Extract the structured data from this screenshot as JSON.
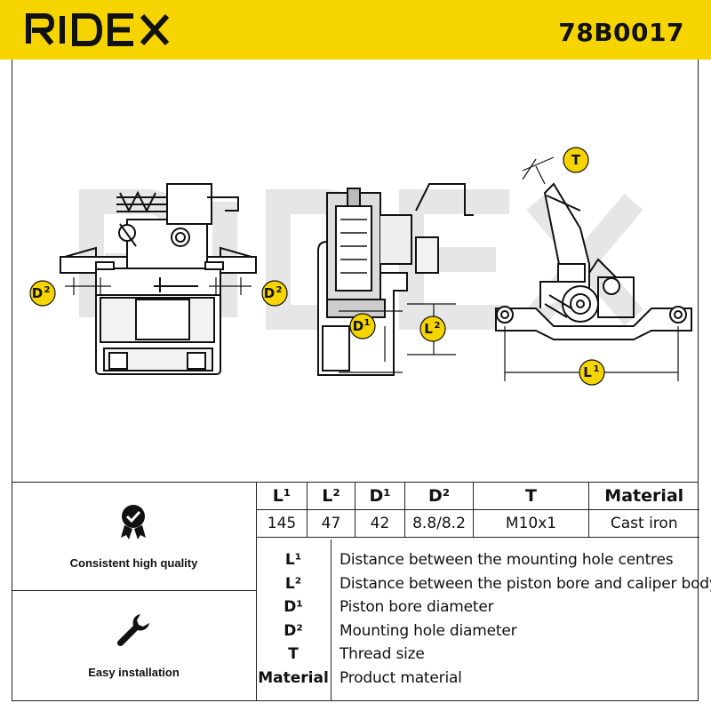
{
  "brand": {
    "name": "RIDEX",
    "part_number": "78B0017"
  },
  "drawing": {
    "watermark": "RIDEX",
    "callouts": {
      "d2_left": {
        "letter": "D",
        "sup": "2"
      },
      "d2_right": {
        "letter": "D",
        "sup": "2"
      },
      "d1": {
        "letter": "D",
        "sup": "1"
      },
      "l2": {
        "letter": "L",
        "sup": "2"
      },
      "t": {
        "letter": "T",
        "sup": ""
      },
      "l1": {
        "letter": "L",
        "sup": "1"
      }
    }
  },
  "features": [
    {
      "icon": "quality-check-icon",
      "label": "Consistent high quality"
    },
    {
      "icon": "wrench-icon",
      "label": "Easy installation"
    }
  ],
  "spec_table": {
    "headers": [
      "L¹",
      "L²",
      "D¹",
      "D²",
      "T",
      "Material"
    ],
    "values": [
      "145",
      "47",
      "42",
      "8.8/8.2",
      "M10x1",
      "Cast iron"
    ]
  },
  "legend": [
    {
      "key": "L¹",
      "value": "Distance between the mounting hole centres"
    },
    {
      "key": "L²",
      "value": "Distance between the piston bore and caliper body"
    },
    {
      "key": "D¹",
      "value": "Piston bore diameter"
    },
    {
      "key": "D²",
      "value": "Mounting hole diameter"
    },
    {
      "key": "T",
      "value": "Thread size"
    },
    {
      "key": "Material",
      "value": "Product material"
    }
  ],
  "colors": {
    "brand_yellow": "#f5d400",
    "ink": "#111111",
    "watermark": "#e6e6e6"
  }
}
